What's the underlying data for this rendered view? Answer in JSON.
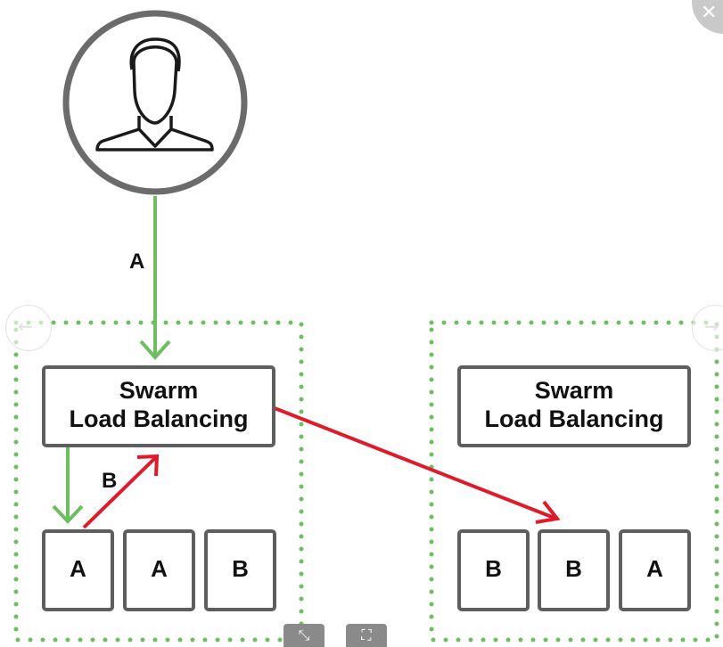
{
  "diagram": {
    "user": {
      "icon": "user-avatar-icon"
    },
    "edges": {
      "user_to_lb": {
        "label": "A"
      },
      "to_local_task": {
        "label": "B"
      }
    },
    "left_cluster": {
      "load_balancer": {
        "line1": "Swarm",
        "line2": "Load Balancing"
      },
      "tasks": [
        "A",
        "A",
        "B"
      ]
    },
    "right_cluster": {
      "load_balancer": {
        "line1": "Swarm",
        "line2": "Load Balancing"
      },
      "tasks": [
        "B",
        "B",
        "A"
      ]
    },
    "colors": {
      "green": "#6dbe5f",
      "red": "#e0192b",
      "box_border": "#5e5e5e",
      "text": "#111111"
    }
  },
  "viewer": {
    "close_icon": "close-icon",
    "prev_icon": "arrow-left-icon",
    "next_icon": "arrow-right-icon",
    "actual_size_icon": "actual-size-icon",
    "fullscreen_icon": "fullscreen-icon"
  }
}
